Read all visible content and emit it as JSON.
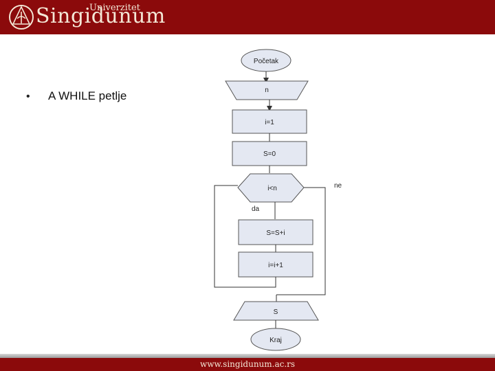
{
  "header": {
    "brand": "Singidunum",
    "subtitle": "Univerzitet"
  },
  "content": {
    "bullet": "•",
    "bullet_text": "A WHILE petlje"
  },
  "flowchart": {
    "start": "Početak",
    "input": "n",
    "init_i": "i=1",
    "init_s": "S=0",
    "condition": "i<n",
    "yes_label": "da",
    "no_label": "ne",
    "step_sum": "S=S+i",
    "step_inc": "i=i+1",
    "output": "S",
    "end": "Kraj"
  },
  "footer": {
    "url": "www.singidunum.ac.rs"
  },
  "colors": {
    "brand_red": "#8b0a0b",
    "box_fill": "#e4e8f2",
    "stroke": "#555555"
  }
}
